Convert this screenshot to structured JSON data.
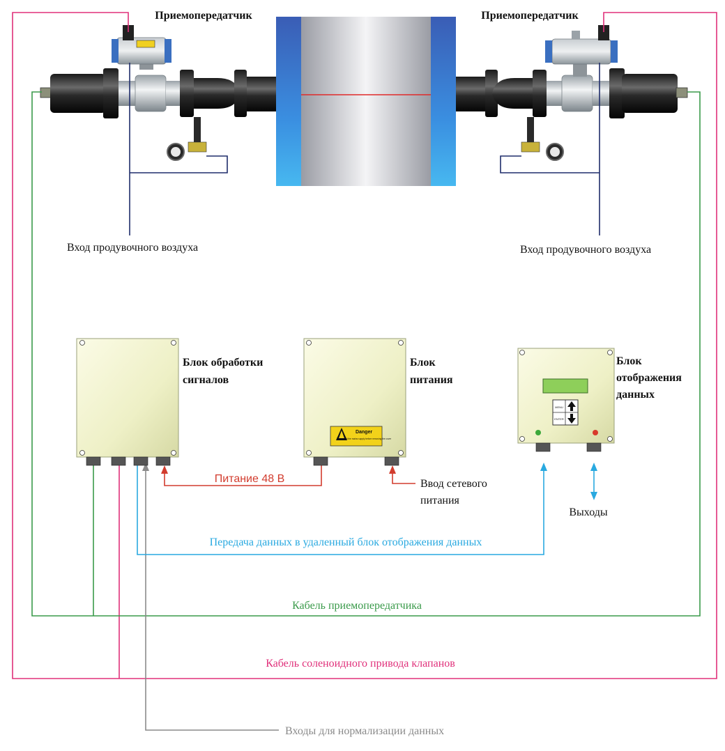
{
  "labels": {
    "transceiver_left": "Приемопередатчик",
    "transceiver_right": "Приемопередатчик",
    "purge_air_left": "Вход продувочного воздуха",
    "purge_air_right": "Вход продувочного воздуха",
    "signal_unit": [
      "Блок обработки",
      "сигналов"
    ],
    "power_unit": [
      "Блок",
      "питания"
    ],
    "display_unit": [
      "Блок",
      "отображения",
      "данных"
    ],
    "power_48v": "Питание 48 В",
    "mains_input": [
      "Ввод сетевого",
      "питания"
    ],
    "outputs": "Выходы",
    "data_transfer": "Передача данных в удаленный блок отображения данных",
    "transceiver_cable": "Кабель приемопередатчика",
    "solenoid_cable": "Кабель соленоидного привода клапанов",
    "normalization_inputs": "Входы для нормализации данных"
  },
  "danger_sign": {
    "title": "Danger",
    "text": "Disconnect the mains supply before removing the cover"
  },
  "display_buttons": {
    "top": "MENU",
    "bottom": "ENTER"
  },
  "colors": {
    "transceiver_cable": "#3a9a4a",
    "solenoid_cable": "#e0307a",
    "data_line": "#29a9e0",
    "power_line": "#d23c2e",
    "normalization_line": "#8a8a8a",
    "purge_air_line": "#1f2d6b",
    "duct_blue": "#3f6fc4"
  }
}
